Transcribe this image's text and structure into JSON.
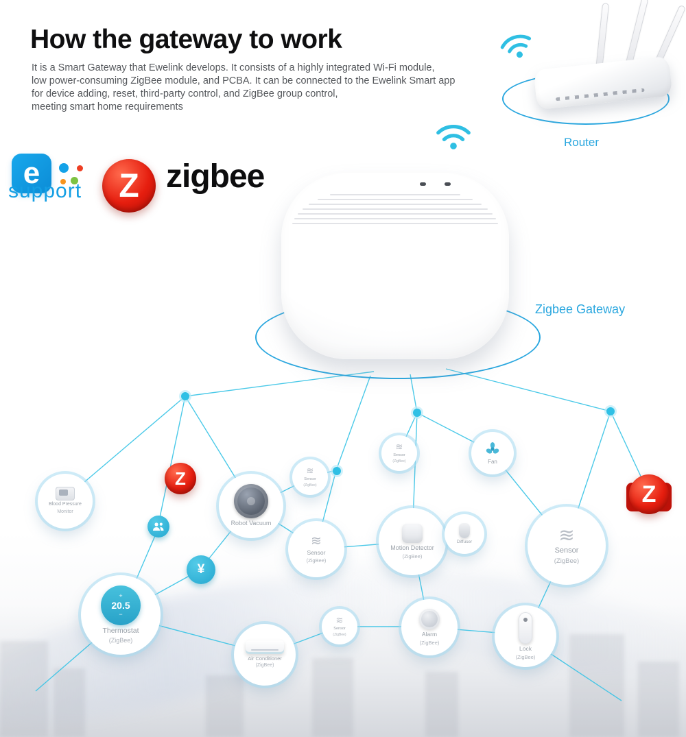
{
  "header": {
    "title": "How the gateway to work",
    "description_lines": [
      "It is a  Smart Gateway that Ewelink develops. It consists of a highly integrated Wi-Fi module,",
      "low power-consuming ZigBee module, and PCBA. It can be connected to the Ewelink Smart app",
      "for device adding, reset, third-party control, and ZigBee group control,",
      "meeting smart home requirements"
    ]
  },
  "labels": {
    "router": "Router",
    "gateway": "Zigbee Gateway"
  },
  "logos": {
    "ewelink_letter": "e",
    "support_text": "support",
    "zigbee_letter": "Z",
    "zigbee_text": "zigbee"
  },
  "icons": {
    "sensor_wave": "≋"
  },
  "colors": {
    "accent_blue": "#2aa7df",
    "line_teal": "#38c4e6",
    "zigbee_red": "#e61e0f",
    "ewelink_blue": "#149fe4"
  },
  "nodes": {
    "blood_pressure": {
      "label": "Blood Pressure",
      "sublabel": "Monitor"
    },
    "robot_vacuum": {
      "label": "Robot Vacuum"
    },
    "sensor_a": {
      "label": "Sensor",
      "sublabel": "(ZigBee)"
    },
    "sensor_b": {
      "label": "Sensor",
      "sublabel": "(ZigBee)"
    },
    "fan": {
      "label": "Fan"
    },
    "motion_detector": {
      "label": "Motion Detector",
      "sublabel": "(ZigBee)"
    },
    "diffuser": {
      "label": "Diffuser"
    },
    "sensor_right": {
      "label": "Sensor",
      "sublabel": "(ZigBee)"
    },
    "sensor_mid": {
      "label": "Sensor",
      "sublabel": "(ZigBee)"
    },
    "thermostat": {
      "label": "Thermostat",
      "sublabel": "(ZigBee)",
      "display_value": "20.5",
      "plus": "+",
      "minus": "−"
    },
    "air_conditioner": {
      "label": "Air Conditioner",
      "sublabel": "(ZigBee)"
    },
    "sensor_c": {
      "label": "Sensor",
      "sublabel": "(ZigBee)"
    },
    "alarm": {
      "label": "Alarm",
      "sublabel": "(ZigBee)"
    },
    "lock": {
      "label": "Lock",
      "sublabel": "(ZigBee)"
    },
    "currency_badge": {
      "label": "¥"
    }
  }
}
